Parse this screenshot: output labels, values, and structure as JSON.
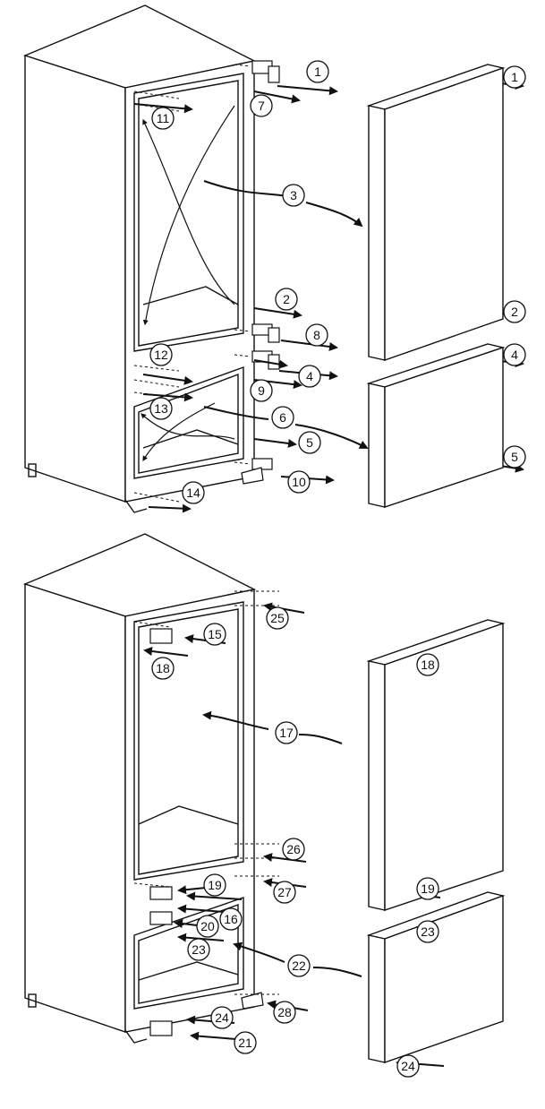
{
  "diagram": {
    "stroke_color": "#111111",
    "fill_color": "#ffffff",
    "step1": {
      "callouts": [
        "1",
        "7",
        "11",
        "3",
        "2",
        "8",
        "12",
        "4",
        "9",
        "13",
        "6",
        "5",
        "10",
        "14",
        "1",
        "2",
        "4",
        "5"
      ]
    },
    "step2": {
      "callouts": [
        "25",
        "15",
        "18",
        "17",
        "26",
        "27",
        "19",
        "16",
        "20",
        "23",
        "22",
        "24",
        "28",
        "21",
        "18",
        "19",
        "23",
        "24"
      ]
    }
  }
}
